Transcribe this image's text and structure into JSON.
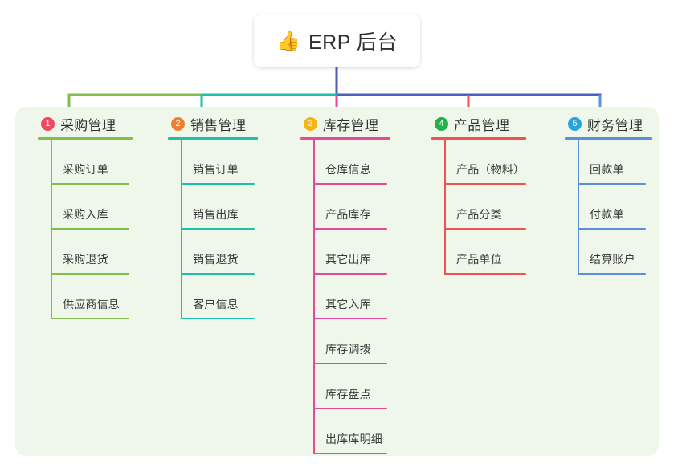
{
  "root": {
    "icon": "thumbs-up-icon",
    "icon_glyph": "👍",
    "title": "ERP 后台"
  },
  "colors": {
    "panel_background": "#eef7e9",
    "root_card_background": "#ffffff",
    "trunk": "#4a5fc1",
    "bus_left": "#82bd4f",
    "bus_mid": "#1ec0a8",
    "bus_right": "#4a5fc1"
  },
  "branches": [
    {
      "index": "1",
      "title": "采购管理",
      "line_color": "#82bd4f",
      "badge_color": "#f0485f",
      "leaves": [
        {
          "label": "采购订单"
        },
        {
          "label": "采购入库"
        },
        {
          "label": "采购退货"
        },
        {
          "label": "供应商信息"
        }
      ]
    },
    {
      "index": "2",
      "title": "销售管理",
      "line_color": "#1ec0a8",
      "badge_color": "#f08030",
      "leaves": [
        {
          "label": "销售订单"
        },
        {
          "label": "销售出库"
        },
        {
          "label": "销售退货"
        },
        {
          "label": "客户信息"
        }
      ]
    },
    {
      "index": "3",
      "title": "库存管理",
      "line_color": "#e8489a",
      "badge_color": "#f5b416",
      "leaves": [
        {
          "label": "仓库信息"
        },
        {
          "label": "产品库存"
        },
        {
          "label": "其它出库"
        },
        {
          "label": "其它入库"
        },
        {
          "label": "库存调拨"
        },
        {
          "label": "库存盘点"
        },
        {
          "label": "出库库明细"
        }
      ]
    },
    {
      "index": "4",
      "title": "产品管理",
      "line_color": "#f2514e",
      "badge_color": "#21b24b",
      "leaves": [
        {
          "label": "产品（物料）"
        },
        {
          "label": "产品分类"
        },
        {
          "label": "产品单位"
        }
      ]
    },
    {
      "index": "5",
      "title": "财务管理",
      "line_color": "#5b8fd8",
      "badge_color": "#29a3e0",
      "leaves": [
        {
          "label": "回款单"
        },
        {
          "label": "付款单"
        },
        {
          "label": "结算账户"
        }
      ]
    }
  ]
}
